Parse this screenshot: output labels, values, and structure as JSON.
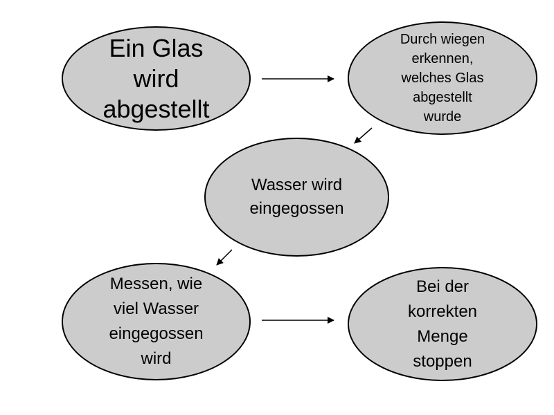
{
  "diagram": {
    "nodes": [
      {
        "id": "n1",
        "text": "Ein Glas\nwird\nabgestellt"
      },
      {
        "id": "n2",
        "text": "Durch wiegen\nerkennen,\nwelches Glas\nabgestellt\nwurde"
      },
      {
        "id": "n3",
        "text": "Wasser wird\neingegossen"
      },
      {
        "id": "n4",
        "text": "Messen, wie\nviel Wasser\neingegossen\nwird"
      },
      {
        "id": "n5",
        "text": "Bei der\nkorrekten\nMenge\nstoppen"
      }
    ],
    "edges": [
      {
        "from": "n1",
        "to": "n2"
      },
      {
        "from": "n2",
        "to": "n3"
      },
      {
        "from": "n3",
        "to": "n4"
      },
      {
        "from": "n4",
        "to": "n5"
      }
    ],
    "colors": {
      "node_fill": "#cccccc",
      "node_stroke": "#000000",
      "text": "#000000",
      "arrow": "#000000"
    }
  }
}
